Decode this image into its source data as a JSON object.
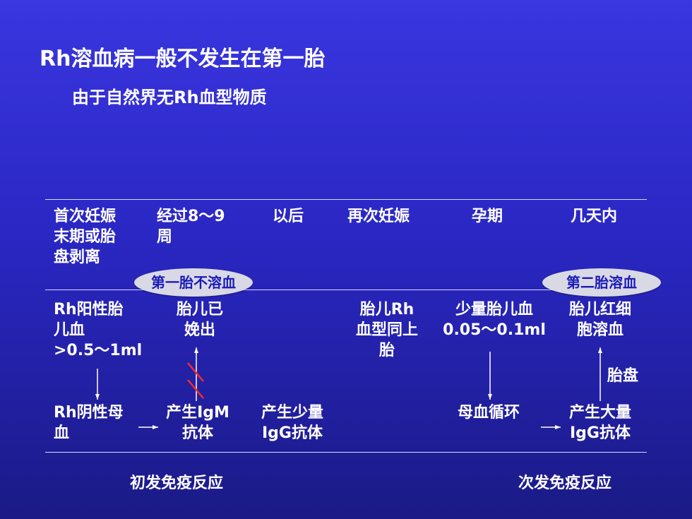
{
  "title": "Rh溶血病一般不发生在第一胎",
  "subtitle": "由于自然界无Rh血型物质",
  "header_row": {
    "c1": [
      "首次妊娠",
      "末期或胎",
      "盘剥离"
    ],
    "c2": [
      "经过8～9",
      "周"
    ],
    "c3": "以后",
    "c4": "再次妊娠",
    "c5": "孕期",
    "c6": "几天内"
  },
  "ovals": {
    "first": "第一胎不溶血",
    "second": "第二胎溶血"
  },
  "middle_row": {
    "c1": [
      "Rh阳性胎",
      "儿血",
      ">0.5～1ml"
    ],
    "c2": [
      "胎儿已",
      "娩出"
    ],
    "c4": [
      "胎儿Rh",
      "血型同上",
      "胎"
    ],
    "c5": [
      "少量胎儿血",
      "0.05～0.1ml"
    ],
    "c6": [
      "胎儿红细",
      "胞溶血"
    ]
  },
  "placenta_label": "胎盘",
  "bottom_row": {
    "c1": [
      "Rh阴性母",
      "血"
    ],
    "c2": [
      "产生IgM",
      "抗体"
    ],
    "c3": [
      "产生少量",
      "IgG抗体"
    ],
    "c5": "母血循环",
    "c6": [
      "产生大量",
      "IgG抗体"
    ]
  },
  "footer": {
    "left": "初发免疫反应",
    "right": "次发免疫反应"
  },
  "colors": {
    "background": "#2a27c4",
    "text": "#ffffff",
    "oval_fill": "#d9d9e6",
    "oval_text": "#1a1ab8",
    "block_mark": "#ff2a2a"
  }
}
